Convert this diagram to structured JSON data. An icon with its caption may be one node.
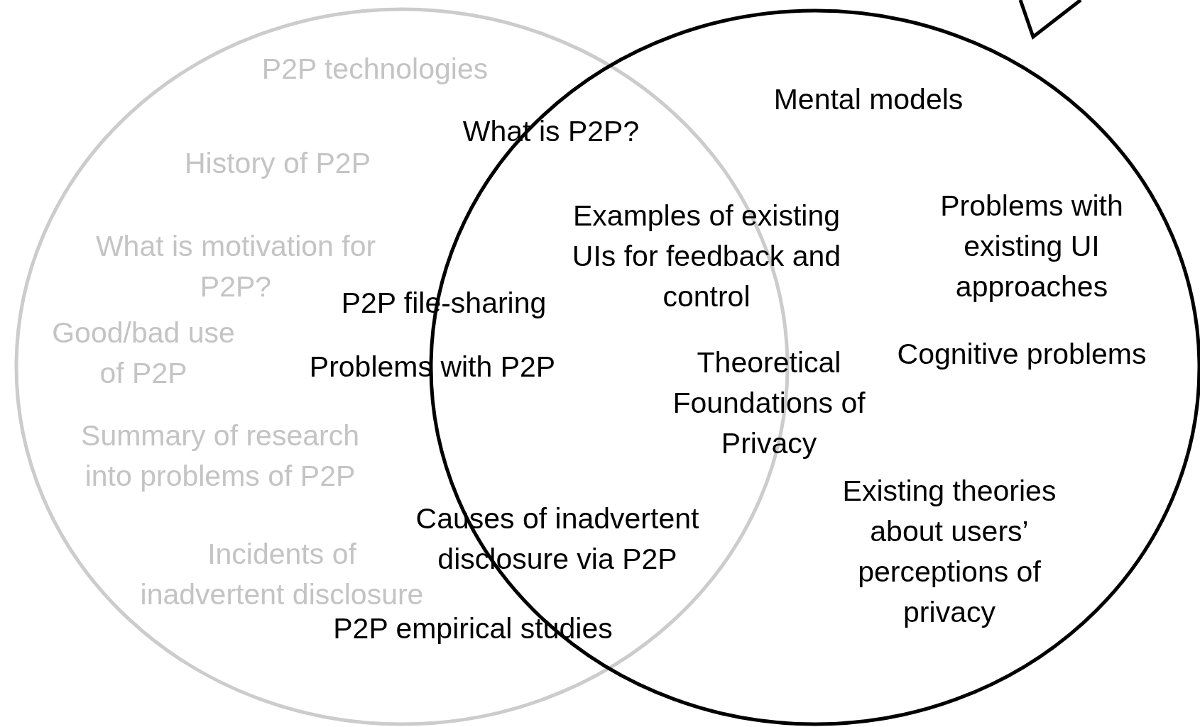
{
  "diagram": {
    "labels": [
      "P2P technologies",
      "Mental models",
      "What is P2P?",
      "History of P2P",
      "Problems with existing UI approaches",
      "Examples of existing UIs for feedback and control",
      "What is motivation for P2P?",
      "P2P file-sharing",
      "Good/bad use of P2P",
      "Cognitive problems",
      "Theoretical Foundations of Privacy",
      "Problems with P2P",
      "Summary of research into problems of P2P",
      "Existing theories about users’ perceptions of privacy",
      "Causes of inadvertent disclosure via P2P",
      "Incidents of inadvertent disclosure",
      "P2P empirical studies"
    ]
  }
}
